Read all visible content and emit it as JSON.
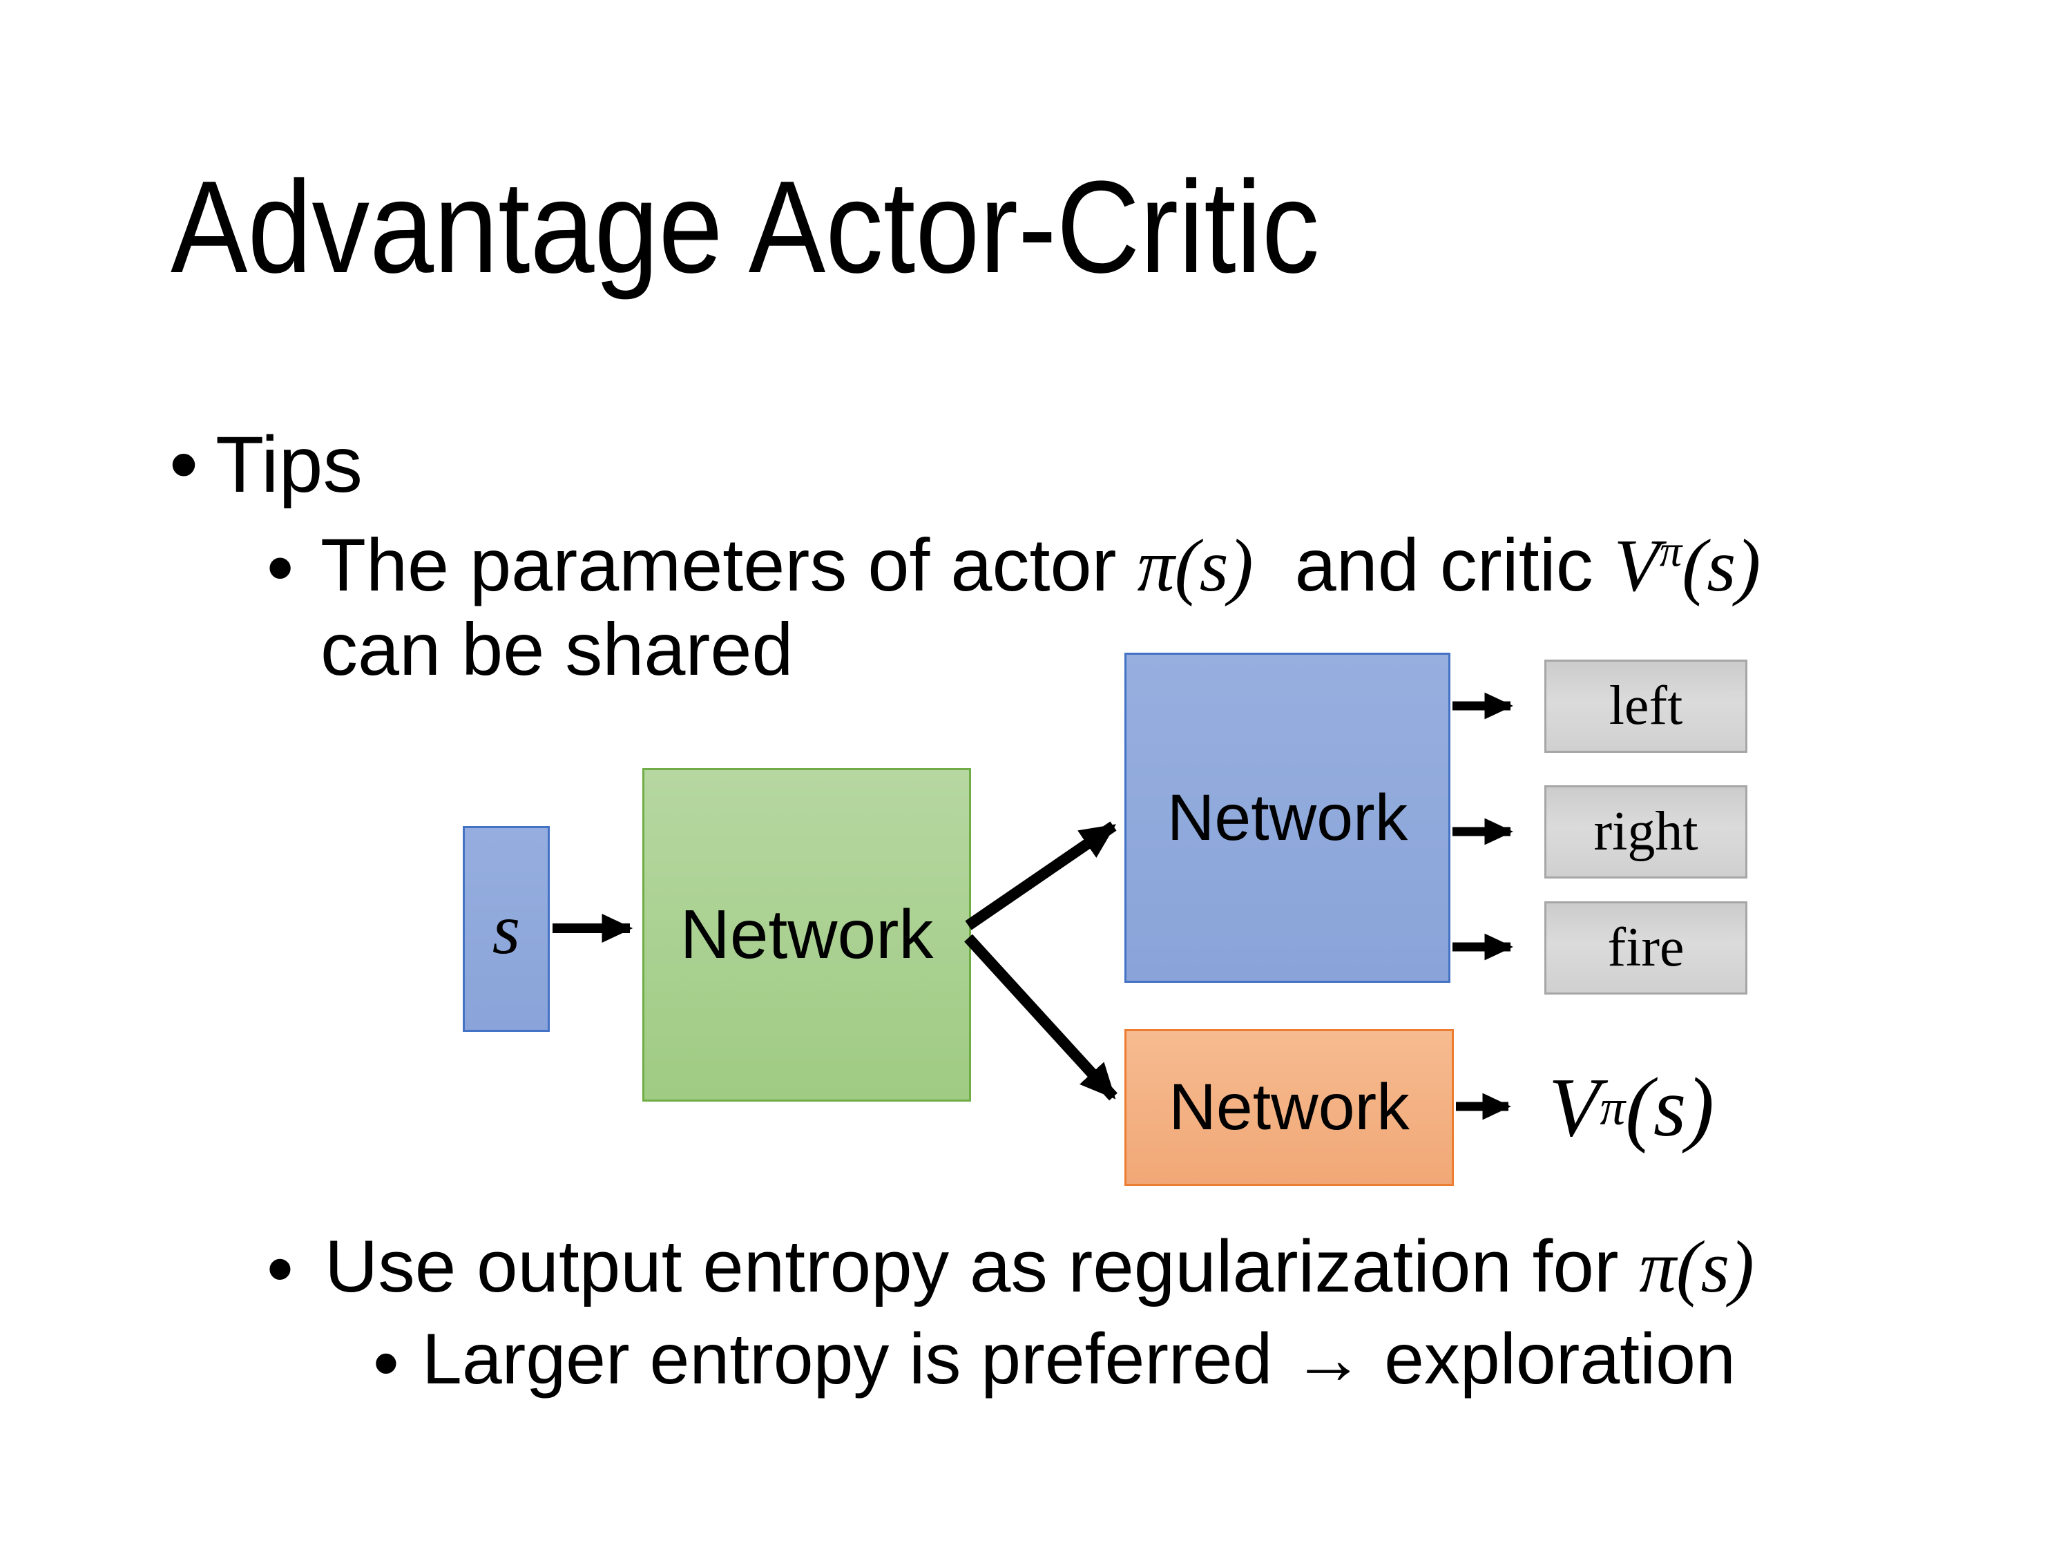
{
  "slide": {
    "title": "Advantage Actor-Critic",
    "bullet_char": "•",
    "bullets": {
      "tips": "Tips",
      "param_prefix": "The parameters of actor ",
      "param_mid": "  and critic ",
      "param_line2": "can be shared",
      "entropy_prefix": "Use output entropy as regularization for ",
      "exploration": "Larger entropy is preferred → exploration"
    },
    "math": {
      "pi_s": "π(s)",
      "v": "V",
      "pi": "π",
      "args": "(s)"
    },
    "diagram": {
      "input_label": "s",
      "shared_network": "Network",
      "actor_network": "Network",
      "critic_network": "Network",
      "actions": [
        "left",
        "right",
        "fire"
      ],
      "critic_output": {
        "base": "V",
        "sup": "π",
        "args": "(s)"
      },
      "colors": {
        "blue_fill": "#8FAADC",
        "blue_border": "#4472C4",
        "green_fill": "#A9D18E",
        "green_border": "#70AD47",
        "orange_fill": "#F4B183",
        "orange_border": "#ED7D31",
        "gray_fill": "#D6D6D6",
        "gray_border": "#A6A6A6",
        "arrow": "#000000",
        "text": "#000000"
      }
    }
  }
}
